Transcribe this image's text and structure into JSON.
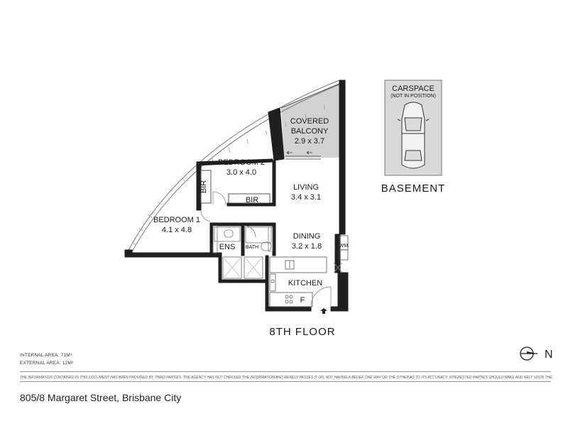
{
  "rooms": {
    "covered_balcony": {
      "name_line1": "COVERED",
      "name_line2": "BALCONY",
      "dims": "2.9 x 3.7"
    },
    "bedroom2": {
      "name": "BEDROOM 2",
      "dims": "3.0 x 4.0"
    },
    "bedroom1": {
      "name": "BEDROOM 1",
      "dims": "4.1 x 4.8"
    },
    "living": {
      "name": "LIVING",
      "dims": "3.4 x 3.1"
    },
    "dining": {
      "name": "DINING",
      "dims": "3.2 x 1.8"
    },
    "kitchen": {
      "name": "KITCHEN"
    },
    "ens": {
      "name": "ENS"
    },
    "bath": {
      "name": "BATH"
    },
    "bir_vertical": {
      "name": "BIR"
    },
    "bir_horizontal": {
      "name": "BIR"
    },
    "wm": {
      "name": "WM"
    },
    "fridge": {
      "name": "F"
    }
  },
  "carspace": {
    "title": "CARSPACE",
    "subtitle": "(NOT IN POSITION)",
    "level": "BASEMENT"
  },
  "floor_label": "8TH FLOOR",
  "areas": {
    "internal": "INTERNAL AREA:  71M²",
    "external": "EXTERNAL AREA:  12M²"
  },
  "disclaimer": "THE INFORMATION CONTAINED IN THIS DOCUMENT HAS BEEN PROVIDED BY THIRD PARTIES. THE AGENCY HAS NOT CHECKED THE INFORMATION AND MERELY PASSES IT ON, NOT HAVING A BELIEF ONE WAY OR THE OTHER AS TO ITS ACCURACY. INTERESTED PARTIES SHOULD MAKE AND RELY UPON THEIR OWN ENQUIRIES.",
  "address": "805/8 Margaret Street, Brisbane City",
  "compass": {
    "label": "N"
  },
  "colors": {
    "wall": "#1f1f1f",
    "balcony_fill": "#d2d2d2",
    "carspace_fill": "#d9d9d9",
    "fixture": "#8a8a8a"
  }
}
